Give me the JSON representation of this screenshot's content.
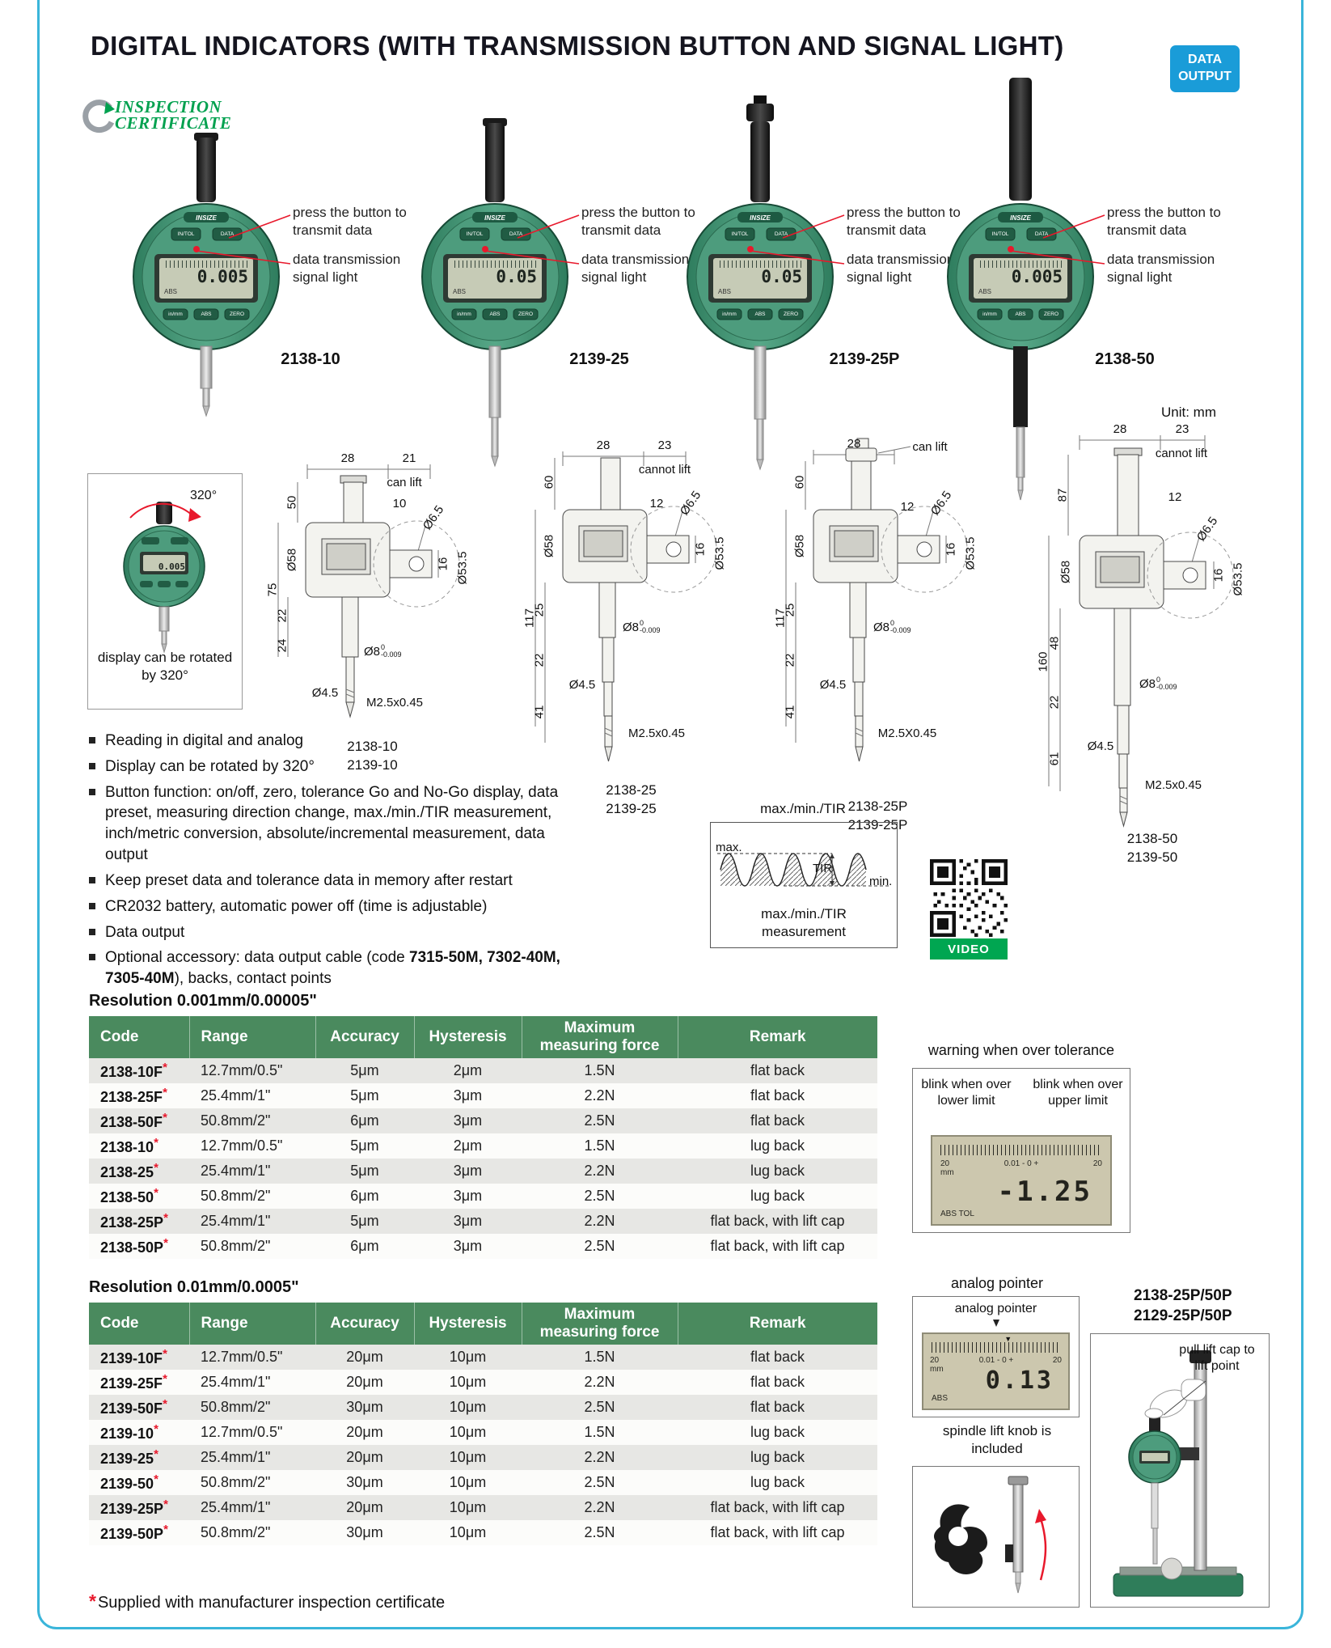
{
  "page": {
    "title": "DIGITAL INDICATORS (WITH TRANSMISSION BUTTON AND SIGNAL LIGHT)",
    "unit_note": "Unit: mm",
    "footnote_star": "*",
    "footnote_text": "Supplied with manufacturer inspection certificate"
  },
  "badge": {
    "line1": "DATA",
    "line2": "OUTPUT"
  },
  "cert_logo": {
    "line1": "INSPECTION",
    "line2": "CERTIFICATE"
  },
  "gauge": {
    "brand": "INSIZE",
    "btn_top_left": "IN/TOL",
    "btn_top_right": "DATA",
    "btn_bottom_1": "in/mm",
    "btn_bottom_2": "ABS",
    "btn_bottom_3": "ZERO",
    "lcd_abs": "ABS"
  },
  "products": [
    {
      "model": "2138-10",
      "lcd": "0.005",
      "note_button": "press the button to transmit data",
      "note_light": "data transmission signal light"
    },
    {
      "model": "2139-25",
      "lcd": "0.05",
      "note_button": "press the button to transmit data",
      "note_light": "data transmission signal light"
    },
    {
      "model": "2139-25P",
      "lcd": "0.05",
      "note_button": "press the button to transmit data",
      "note_light": "data transmission signal light"
    },
    {
      "model": "2138-50",
      "lcd": "0.005",
      "note_button": "press the button to transmit data",
      "note_light": "data transmission signal light"
    }
  ],
  "rotate_box": {
    "angle": "320°",
    "lcd": "0.005",
    "caption": "display can be rotated by 320°"
  },
  "drawings": [
    {
      "w1": "28",
      "w2": "21",
      "lift": "can lift",
      "step": "10",
      "hole": "Ø6.5",
      "lug_t": "16",
      "arc": "Ø53.5",
      "body": "Ø58",
      "v1": "50",
      "v2": "75",
      "v3": "22",
      "v4": "24",
      "stem": "Ø8",
      "stem_sup": "0",
      "stem_sub": "-0.009",
      "tip": "Ø4.5",
      "thread": "M2.5x0.45",
      "caption1": "2138-10",
      "caption2": "2139-10"
    },
    {
      "w1": "28",
      "w2": "23",
      "lift": "cannot lift",
      "step": "12",
      "hole": "Ø6.5",
      "lug_t": "16",
      "arc": "Ø53.5",
      "body": "Ø58",
      "v1": "60",
      "v2": "117",
      "v3": "25",
      "v4": "22",
      "v5": "41",
      "stem": "Ø8",
      "stem_sup": "0",
      "stem_sub": "-0.009",
      "tip": "Ø4.5",
      "thread": "M2.5x0.45",
      "caption1": "2138-25",
      "caption2": "2139-25"
    },
    {
      "w1": "28",
      "lift": "can lift",
      "step": "12",
      "hole": "Ø6.5",
      "lug_t": "16",
      "arc": "Ø53.5",
      "body": "Ø58",
      "v1": "60",
      "v2": "117",
      "v3": "25",
      "v4": "22",
      "v5": "41",
      "stem": "Ø8",
      "stem_sup": "0",
      "stem_sub": "-0.009",
      "tip": "Ø4.5",
      "thread": "M2.5X0.45",
      "caption1": "2138-25P",
      "caption2": "2139-25P"
    },
    {
      "w1": "28",
      "w2": "23",
      "lift": "cannot lift",
      "step": "12",
      "hole": "Ø6.5",
      "lug_t": "16",
      "arc": "Ø53.5",
      "body": "Ø58",
      "v1": "87",
      "v2": "160",
      "v3": "48",
      "v4": "22",
      "v5": "61",
      "stem": "Ø8",
      "stem_sup": "0",
      "stem_sub": "-0.009",
      "tip": "Ø4.5",
      "thread": "M2.5x0.45",
      "caption1": "2138-50",
      "caption2": "2139-50"
    }
  ],
  "features": {
    "items": [
      "Reading in digital and analog",
      "Display can be rotated by 320°",
      "Button function: on/off, zero, tolerance Go and No-Go display, data preset, measuring direction change, max./min./TIR measurement, inch/metric conversion, absolute/incremental measurement, data output",
      "Keep preset data and tolerance data in memory after restart",
      "CR2032 battery, automatic power off (time is adjustable)",
      "Data output"
    ],
    "optional_pre": "Optional accessory: data output cable (code ",
    "optional_bold": "7315-50M, 7302-40M, 7305-40M",
    "optional_post": "), backs, contact points"
  },
  "tir": {
    "heading": "max./min./TIR",
    "label_max": "max.",
    "label_tir": "TIR",
    "label_min": "min.",
    "caption": "max./min./TIR measurement"
  },
  "video": {
    "label": "VIDEO"
  },
  "table1": {
    "heading": "Resolution 0.001mm/0.00005\"",
    "headers": [
      "Code",
      "Range",
      "Accuracy",
      "Hysteresis",
      "Maximum measuring force",
      "Remark"
    ],
    "rows": [
      {
        "code": "2138-10F",
        "star": "*",
        "range": "12.7mm/0.5\"",
        "accuracy": "5μm",
        "hysteresis": "2μm",
        "force": "1.5N",
        "remark": "flat back"
      },
      {
        "code": "2138-25F",
        "star": "*",
        "range": "25.4mm/1\"",
        "accuracy": "5μm",
        "hysteresis": "3μm",
        "force": "2.2N",
        "remark": "flat back"
      },
      {
        "code": "2138-50F",
        "star": "*",
        "range": "50.8mm/2\"",
        "accuracy": "6μm",
        "hysteresis": "3μm",
        "force": "2.5N",
        "remark": "flat back"
      },
      {
        "code": "2138-10",
        "star": "*",
        "range": "12.7mm/0.5\"",
        "accuracy": "5μm",
        "hysteresis": "2μm",
        "force": "1.5N",
        "remark": "lug back"
      },
      {
        "code": "2138-25",
        "star": "*",
        "range": "25.4mm/1\"",
        "accuracy": "5μm",
        "hysteresis": "3μm",
        "force": "2.2N",
        "remark": "lug back"
      },
      {
        "code": "2138-50",
        "star": "*",
        "range": "50.8mm/2\"",
        "accuracy": "6μm",
        "hysteresis": "3μm",
        "force": "2.5N",
        "remark": "lug back"
      },
      {
        "code": "2138-25P",
        "star": "*",
        "range": "25.4mm/1\"",
        "accuracy": "5μm",
        "hysteresis": "3μm",
        "force": "2.2N",
        "remark": "flat back, with lift cap"
      },
      {
        "code": "2138-50P",
        "star": "*",
        "range": "50.8mm/2\"",
        "accuracy": "6μm",
        "hysteresis": "3μm",
        "force": "2.5N",
        "remark": "flat back, with lift cap"
      }
    ]
  },
  "table2": {
    "heading": "Resolution 0.01mm/0.0005\"",
    "headers": [
      "Code",
      "Range",
      "Accuracy",
      "Hysteresis",
      "Maximum measuring force",
      "Remark"
    ],
    "rows": [
      {
        "code": "2139-10F",
        "star": "*",
        "range": "12.7mm/0.5\"",
        "accuracy": "20μm",
        "hysteresis": "10μm",
        "force": "1.5N",
        "remark": "flat back"
      },
      {
        "code": "2139-25F",
        "star": "*",
        "range": "25.4mm/1\"",
        "accuracy": "20μm",
        "hysteresis": "10μm",
        "force": "2.2N",
        "remark": "flat back"
      },
      {
        "code": "2139-50F",
        "star": "*",
        "range": "50.8mm/2\"",
        "accuracy": "30μm",
        "hysteresis": "10μm",
        "force": "2.5N",
        "remark": "flat back"
      },
      {
        "code": "2139-10",
        "star": "*",
        "range": "12.7mm/0.5\"",
        "accuracy": "20μm",
        "hysteresis": "10μm",
        "force": "1.5N",
        "remark": "lug back"
      },
      {
        "code": "2139-25",
        "star": "*",
        "range": "25.4mm/1\"",
        "accuracy": "20μm",
        "hysteresis": "10μm",
        "force": "2.2N",
        "remark": "lug back"
      },
      {
        "code": "2139-50",
        "star": "*",
        "range": "50.8mm/2\"",
        "accuracy": "30μm",
        "hysteresis": "10μm",
        "force": "2.5N",
        "remark": "lug back"
      },
      {
        "code": "2139-25P",
        "star": "*",
        "range": "25.4mm/1\"",
        "accuracy": "20μm",
        "hysteresis": "10μm",
        "force": "2.2N",
        "remark": "flat back, with lift cap"
      },
      {
        "code": "2139-50P",
        "star": "*",
        "range": "50.8mm/2\"",
        "accuracy": "30μm",
        "hysteresis": "10μm",
        "force": "2.5N",
        "remark": "flat back, with lift cap"
      }
    ]
  },
  "warning": {
    "title": "warning when over tolerance",
    "blink_lower": "blink when over lower limit",
    "blink_upper": "blink when over upper limit",
    "lcd": {
      "value": "-1.25",
      "left_num": "20",
      "left_unit": "mm",
      "center": "0.01  - 0 +",
      "right_num": "20",
      "bottom": "ABS  TOL"
    }
  },
  "analog": {
    "title": "analog pointer",
    "pointer_label": "analog pointer",
    "lcd": {
      "value": "0.13",
      "left_num": "20",
      "left_unit": "mm",
      "center": "0.01  - 0 +",
      "right_num": "20",
      "bottom": "ABS"
    }
  },
  "lift_cap": {
    "models_line1": "2138-25P/50P",
    "models_line2": "2129-25P/50P",
    "caption": "pull lift cap to lift point"
  },
  "spindle_knob": {
    "caption": "spindle lift knob is included"
  }
}
